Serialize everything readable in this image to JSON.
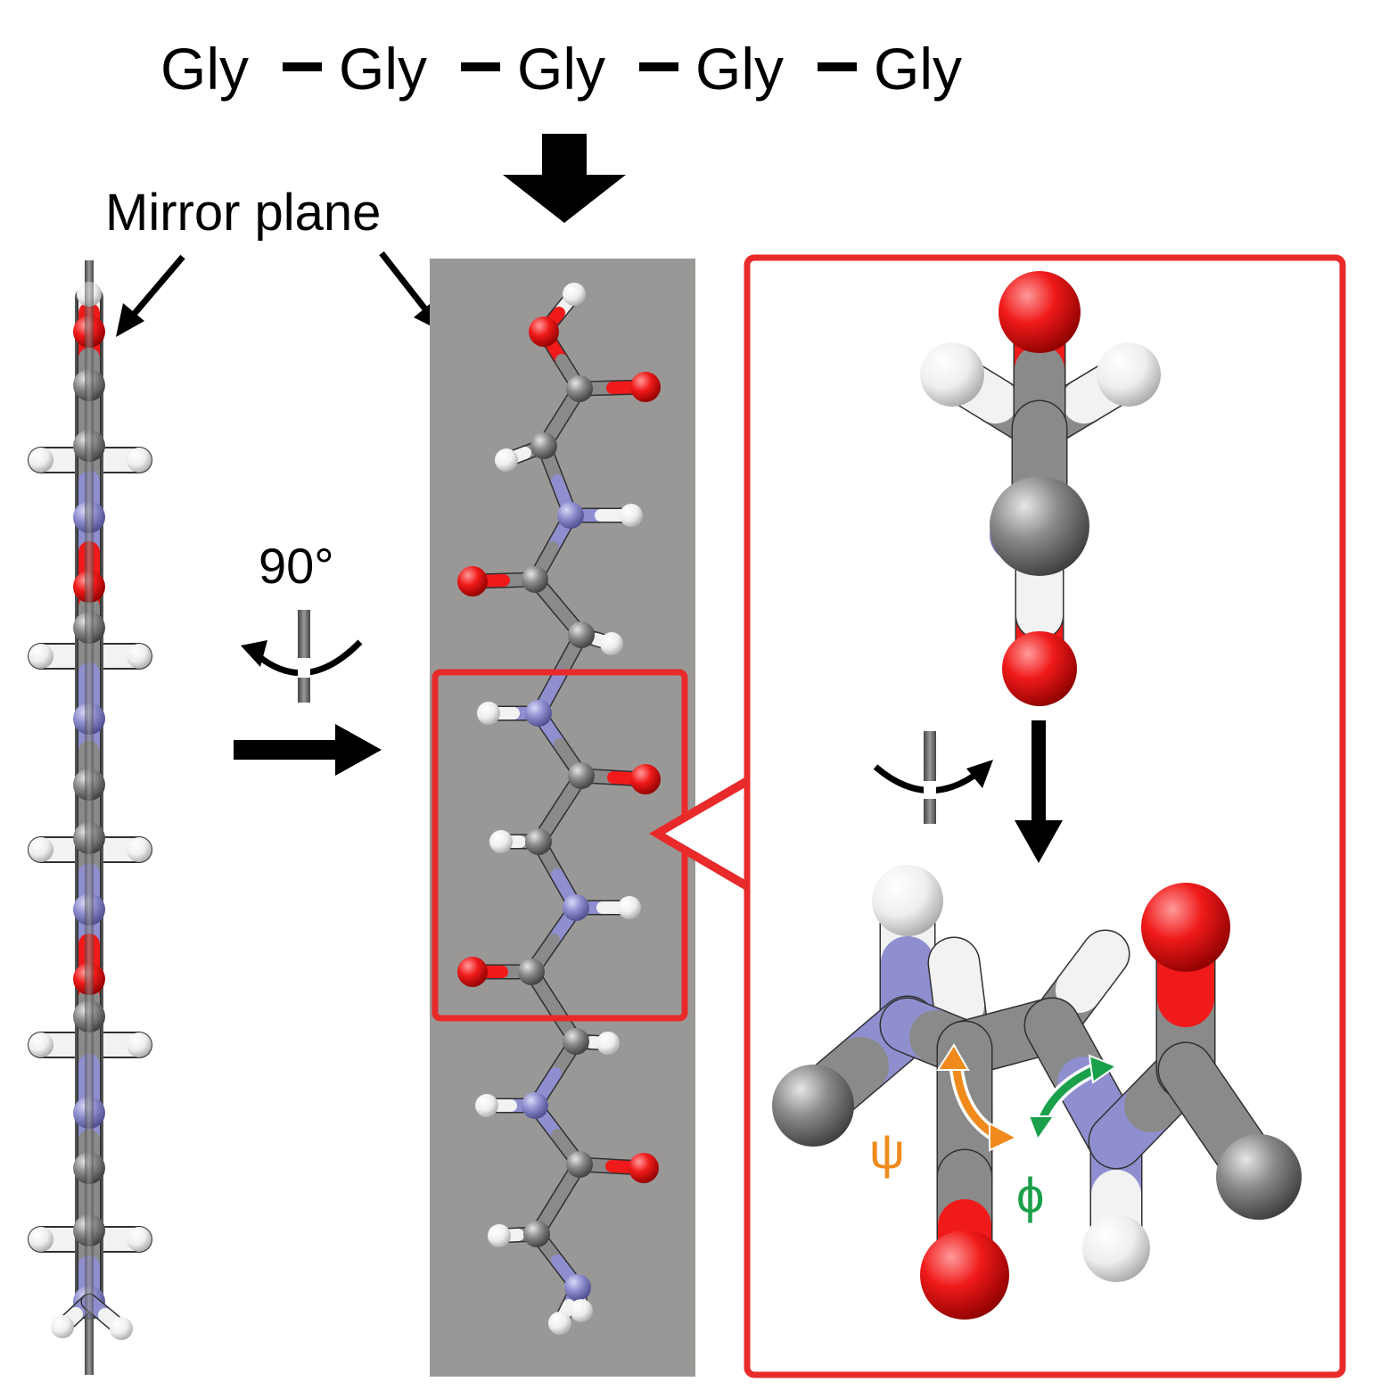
{
  "sequence": {
    "residues": [
      "Gly",
      "Gly",
      "Gly",
      "Gly",
      "Gly"
    ]
  },
  "labels": {
    "mirror_plane": "Mirror plane",
    "rotation_angle": "90°",
    "psi": "ψ",
    "phi": "ϕ"
  },
  "colors": {
    "oxygen": "#f01a1a",
    "carbon": "#8a8a8a",
    "nitrogen": "#8f8fd0",
    "hydrogen": "#f2f2f2",
    "panel_bg": "#9a9896",
    "highlight": "#e82a2a",
    "psi": "#f08a1c",
    "phi": "#1aa04a"
  }
}
